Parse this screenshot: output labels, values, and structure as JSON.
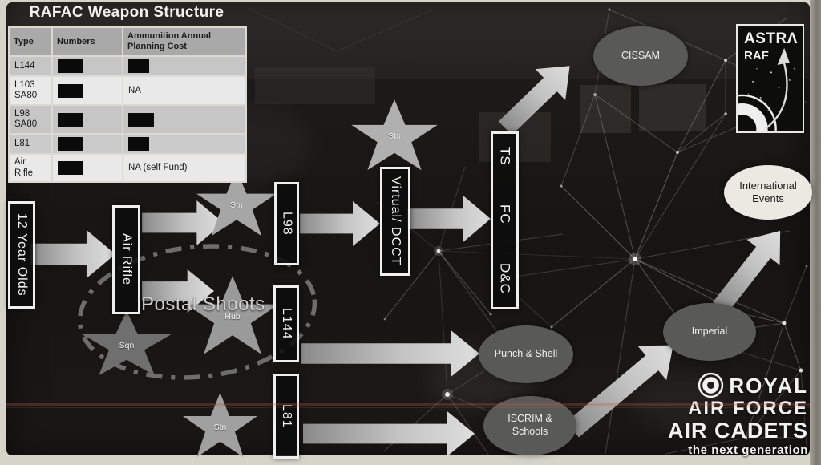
{
  "title": "RAFAC Weapon Structure",
  "table": {
    "headers": {
      "type": "Type",
      "numbers": "Numbers",
      "cost": "Ammunition Annual Planning Cost"
    },
    "rows": [
      {
        "type": "L144",
        "numbers_redacted": true,
        "cost": "",
        "cost_redacted": true
      },
      {
        "type": "L103 SA80",
        "numbers_redacted": true,
        "cost": "NA",
        "cost_redacted": false
      },
      {
        "type": "L98 SA80",
        "numbers_redacted": true,
        "cost": "",
        "cost_redacted": true
      },
      {
        "type": "L81",
        "numbers_redacted": true,
        "cost": "",
        "cost_redacted": true
      },
      {
        "type": "Air Rifle",
        "numbers_redacted": true,
        "cost": "NA (self Fund)",
        "cost_redacted": false
      }
    ]
  },
  "flow": {
    "entry": "12 Year Olds",
    "air_rifle": "Air Rifle",
    "l98": "L98",
    "l144": "L144",
    "l81": "L81",
    "virtual_dcct": "Virtual/ DCCT",
    "ts": "TS",
    "fc": "FC",
    "dc": "D&C",
    "postal_shoots": "Postal Shoots"
  },
  "stars": {
    "stn_top": "Stn",
    "stn_mid": "Stn",
    "stn_bottom": "Stn",
    "hub": "Hub",
    "sqn": "Sqn"
  },
  "outcomes": {
    "cissam": "CISSAM",
    "international_events": "International Events",
    "imperial": "Imperial",
    "punch_shell": "Punch & Shell",
    "iscrim_schools": "ISCRIM & Schools"
  },
  "logos": {
    "astra": {
      "title": "ASTRΛ",
      "subtitle": "RAF"
    },
    "rafac": {
      "line1": "ROYAL",
      "line2": "AIR FORCE",
      "line3": "AIR CADETS",
      "tagline": "the next generation"
    }
  },
  "colors": {
    "canvas": "#1a1817",
    "star_gray": "#a3a3a3",
    "arrow_gray": "#c4c4c4",
    "node_dark": "#595957",
    "node_light": "#ebe9e1",
    "scanline_red": "#b95c4c"
  }
}
